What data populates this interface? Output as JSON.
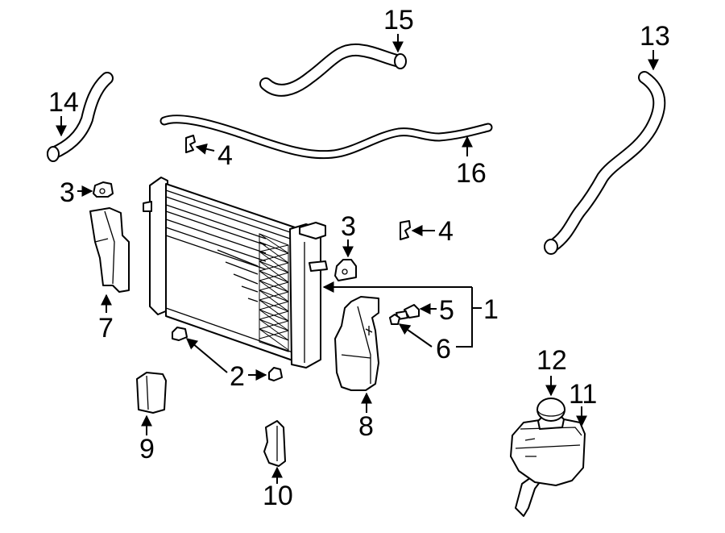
{
  "callouts": {
    "c1": "1",
    "c2": "2",
    "c3_left": "3",
    "c3_right": "3",
    "c4_top": "4",
    "c4_right": "4",
    "c5": "5",
    "c6": "6",
    "c7": "7",
    "c8": "8",
    "c9": "9",
    "c10": "10",
    "c11": "11",
    "c12": "12",
    "c13": "13",
    "c14": "14",
    "c15": "15",
    "c16": "16"
  }
}
